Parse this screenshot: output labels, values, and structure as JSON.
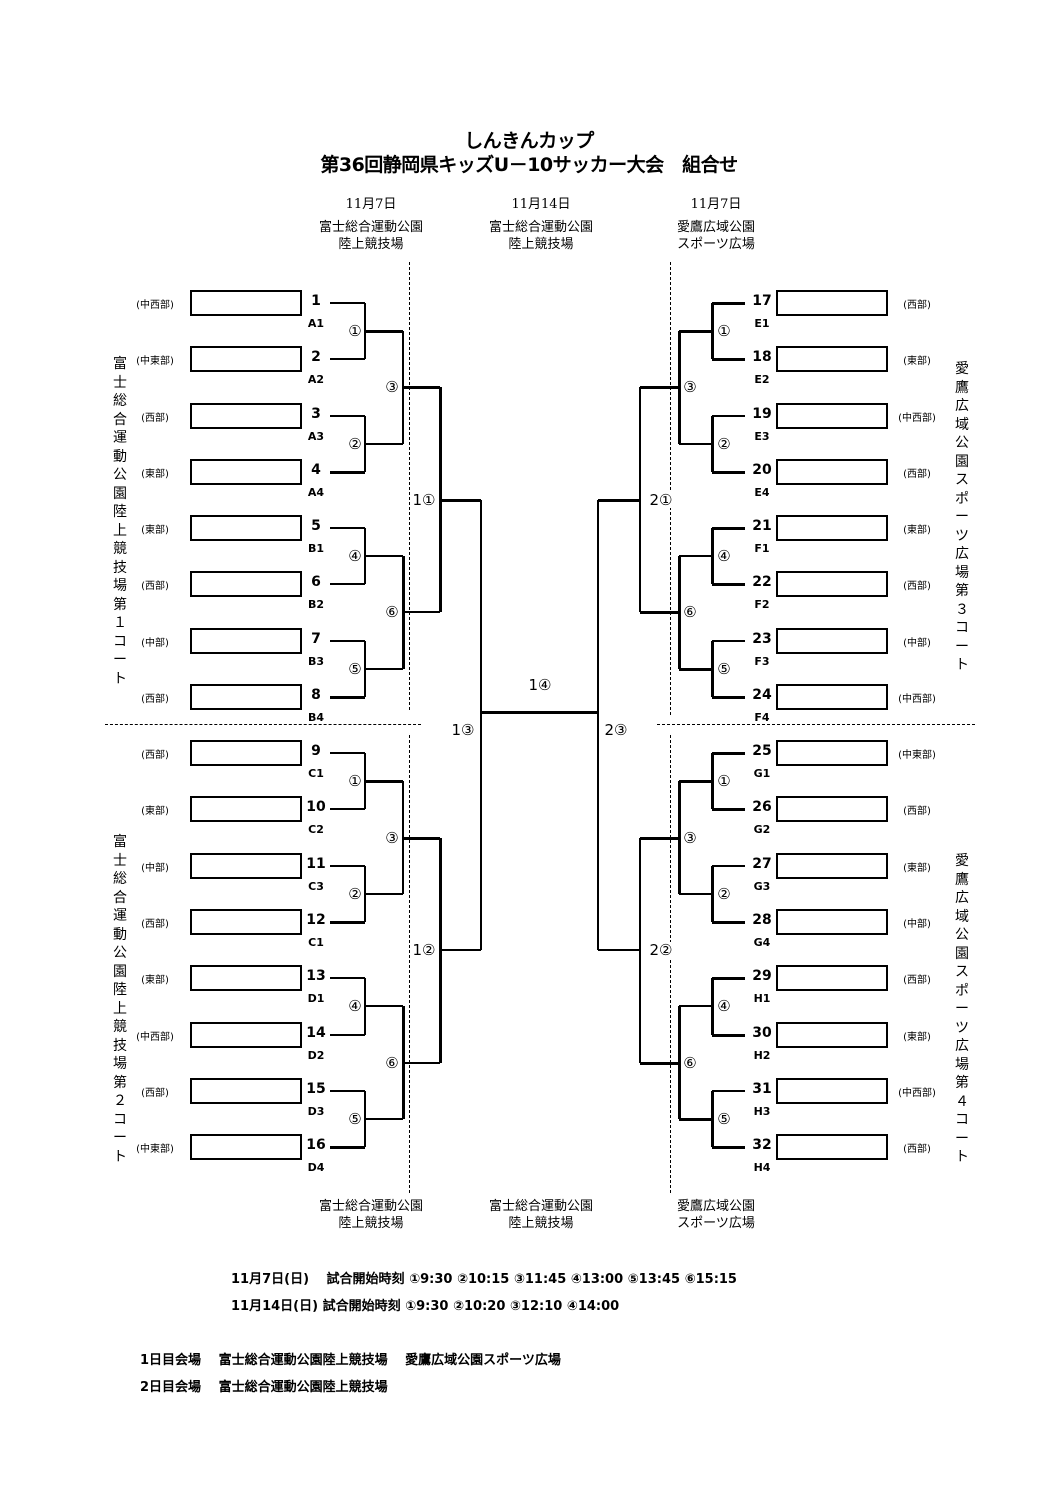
{
  "title": {
    "line1": "しんきんカップ",
    "line2": "第36回静岡県キッズU－10サッカー大会　組合せ"
  },
  "top_headers": [
    {
      "date": "11月7日",
      "venue1": "富士総合運動公園",
      "venue2": "陸上競技場"
    },
    {
      "date": "11月14日",
      "venue1": "富士総合運動公園",
      "venue2": "陸上競技場"
    },
    {
      "date": "11月7日",
      "venue1": "愛鷹広域公園",
      "venue2": "スポーツ広場"
    }
  ],
  "bottom_headers": [
    {
      "venue1": "富士総合運動公園",
      "venue2": "陸上競技場"
    },
    {
      "venue1": "富士総合運動公園",
      "venue2": "陸上競技場"
    },
    {
      "venue1": "愛鷹広域公園",
      "venue2": "スポーツ広場"
    }
  ],
  "courts": {
    "court1": "富士総合運動公園陸上競技場　第１コート",
    "court2": "富士総合運動公園陸上競技場　第２コート",
    "court3": "愛鷹広域公園スポーツ広場　第３コート",
    "court4": "愛鷹広域公園スポーツ広場　第４コート"
  },
  "teams": [
    {
      "num": "1",
      "code": "A1",
      "region": "(中西部)"
    },
    {
      "num": "2",
      "code": "A2",
      "region": "(中東部)"
    },
    {
      "num": "3",
      "code": "A3",
      "region": "(西部)"
    },
    {
      "num": "4",
      "code": "A4",
      "region": "(東部)"
    },
    {
      "num": "5",
      "code": "B1",
      "region": "(東部)"
    },
    {
      "num": "6",
      "code": "B2",
      "region": "(西部)"
    },
    {
      "num": "7",
      "code": "B3",
      "region": "(中部)"
    },
    {
      "num": "8",
      "code": "B4",
      "region": "(西部)"
    },
    {
      "num": "9",
      "code": "C1",
      "region": "(西部)"
    },
    {
      "num": "10",
      "code": "C2",
      "region": "(東部)"
    },
    {
      "num": "11",
      "code": "C3",
      "region": "(中部)"
    },
    {
      "num": "12",
      "code": "C1",
      "region": "(西部)"
    },
    {
      "num": "13",
      "code": "D1",
      "region": "(東部)"
    },
    {
      "num": "14",
      "code": "D2",
      "region": "(中西部)"
    },
    {
      "num": "15",
      "code": "D3",
      "region": "(西部)"
    },
    {
      "num": "16",
      "code": "D4",
      "region": "(中東部)"
    },
    {
      "num": "17",
      "code": "E1",
      "region": "(西部)"
    },
    {
      "num": "18",
      "code": "E2",
      "region": "(東部)"
    },
    {
      "num": "19",
      "code": "E3",
      "region": "(中西部)"
    },
    {
      "num": "20",
      "code": "E4",
      "region": "(西部)"
    },
    {
      "num": "21",
      "code": "F1",
      "region": "(東部)"
    },
    {
      "num": "22",
      "code": "F2",
      "region": "(西部)"
    },
    {
      "num": "23",
      "code": "F3",
      "region": "(中部)"
    },
    {
      "num": "24",
      "code": "F4",
      "region": "(中西部)"
    },
    {
      "num": "25",
      "code": "G1",
      "region": "(中東部)"
    },
    {
      "num": "26",
      "code": "G2",
      "region": "(西部)"
    },
    {
      "num": "27",
      "code": "G3",
      "region": "(東部)"
    },
    {
      "num": "28",
      "code": "G4",
      "region": "(中部)"
    },
    {
      "num": "29",
      "code": "H1",
      "region": "(西部)"
    },
    {
      "num": "30",
      "code": "H2",
      "region": "(東部)"
    },
    {
      "num": "31",
      "code": "H3",
      "region": "(中西部)"
    },
    {
      "num": "32",
      "code": "H4",
      "region": "(西部)"
    }
  ],
  "match_labels": {
    "round1": [
      "①",
      "②",
      "④",
      "⑤"
    ],
    "round2": [
      "③",
      "⑥"
    ],
    "left_round3": [
      "1①",
      "1②"
    ],
    "right_round3": [
      "2①",
      "2②"
    ],
    "left_semi": "1③",
    "right_semi": "2③",
    "final": "1④"
  },
  "schedule": {
    "day1": "11月7日(日)　 試合開始時刻 ①9:30 ②10:15 ③11:45 ④13:00 ⑤13:45 ⑥15:15",
    "day2": "11月14日(日) 試合開始時刻 ①9:30 ②10:20 ③12:10 ④14:00"
  },
  "venues": {
    "day1": "1日目会場　 富士総合運動公園陸上競技場　 愛鷹広域公園スポーツ広場",
    "day2": "2日目会場　 富士総合運動公園陸上競技場"
  }
}
